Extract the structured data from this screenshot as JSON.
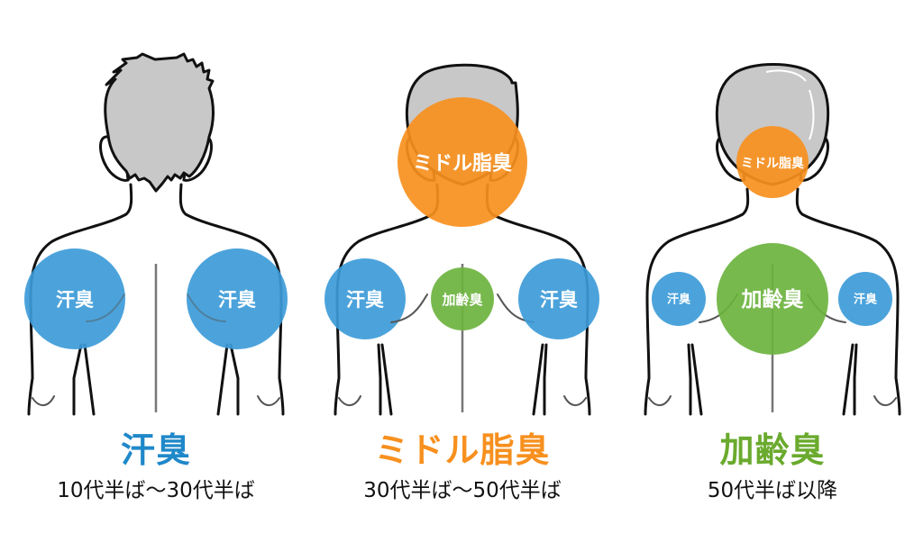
{
  "colors": {
    "sweat": "#3d9bd8",
    "middle_fat": "#f7901e",
    "aging": "#6db33f",
    "hair": "#c8c8c8",
    "outline": "#111111",
    "subtitle": "#111111"
  },
  "figures": [
    {
      "id": "young",
      "bubbles": [
        {
          "label": "汗臭",
          "type": "sweat",
          "position": "left-shoulder"
        },
        {
          "label": "汗臭",
          "type": "sweat",
          "position": "right-shoulder"
        }
      ],
      "caption": {
        "title": "汗臭",
        "subtitle": "10代半ば〜30代半ば"
      }
    },
    {
      "id": "middle",
      "bubbles": [
        {
          "label": "ミドル脂臭",
          "type": "middle_fat",
          "position": "neck"
        },
        {
          "label": "汗臭",
          "type": "sweat",
          "position": "left-shoulder"
        },
        {
          "label": "加齢臭",
          "type": "aging",
          "position": "center-back"
        },
        {
          "label": "汗臭",
          "type": "sweat",
          "position": "right-shoulder"
        }
      ],
      "caption": {
        "title": "ミドル脂臭",
        "subtitle": "30代半ば〜50代半ば"
      }
    },
    {
      "id": "senior",
      "bubbles": [
        {
          "label": "ミドル脂臭",
          "type": "middle_fat",
          "position": "neck"
        },
        {
          "label": "汗臭",
          "type": "sweat",
          "position": "left-shoulder"
        },
        {
          "label": "加齢臭",
          "type": "aging",
          "position": "center-back"
        },
        {
          "label": "汗臭",
          "type": "sweat",
          "position": "right-shoulder"
        }
      ],
      "caption": {
        "title": "加齢臭",
        "subtitle": "50代半ば以降"
      }
    }
  ]
}
